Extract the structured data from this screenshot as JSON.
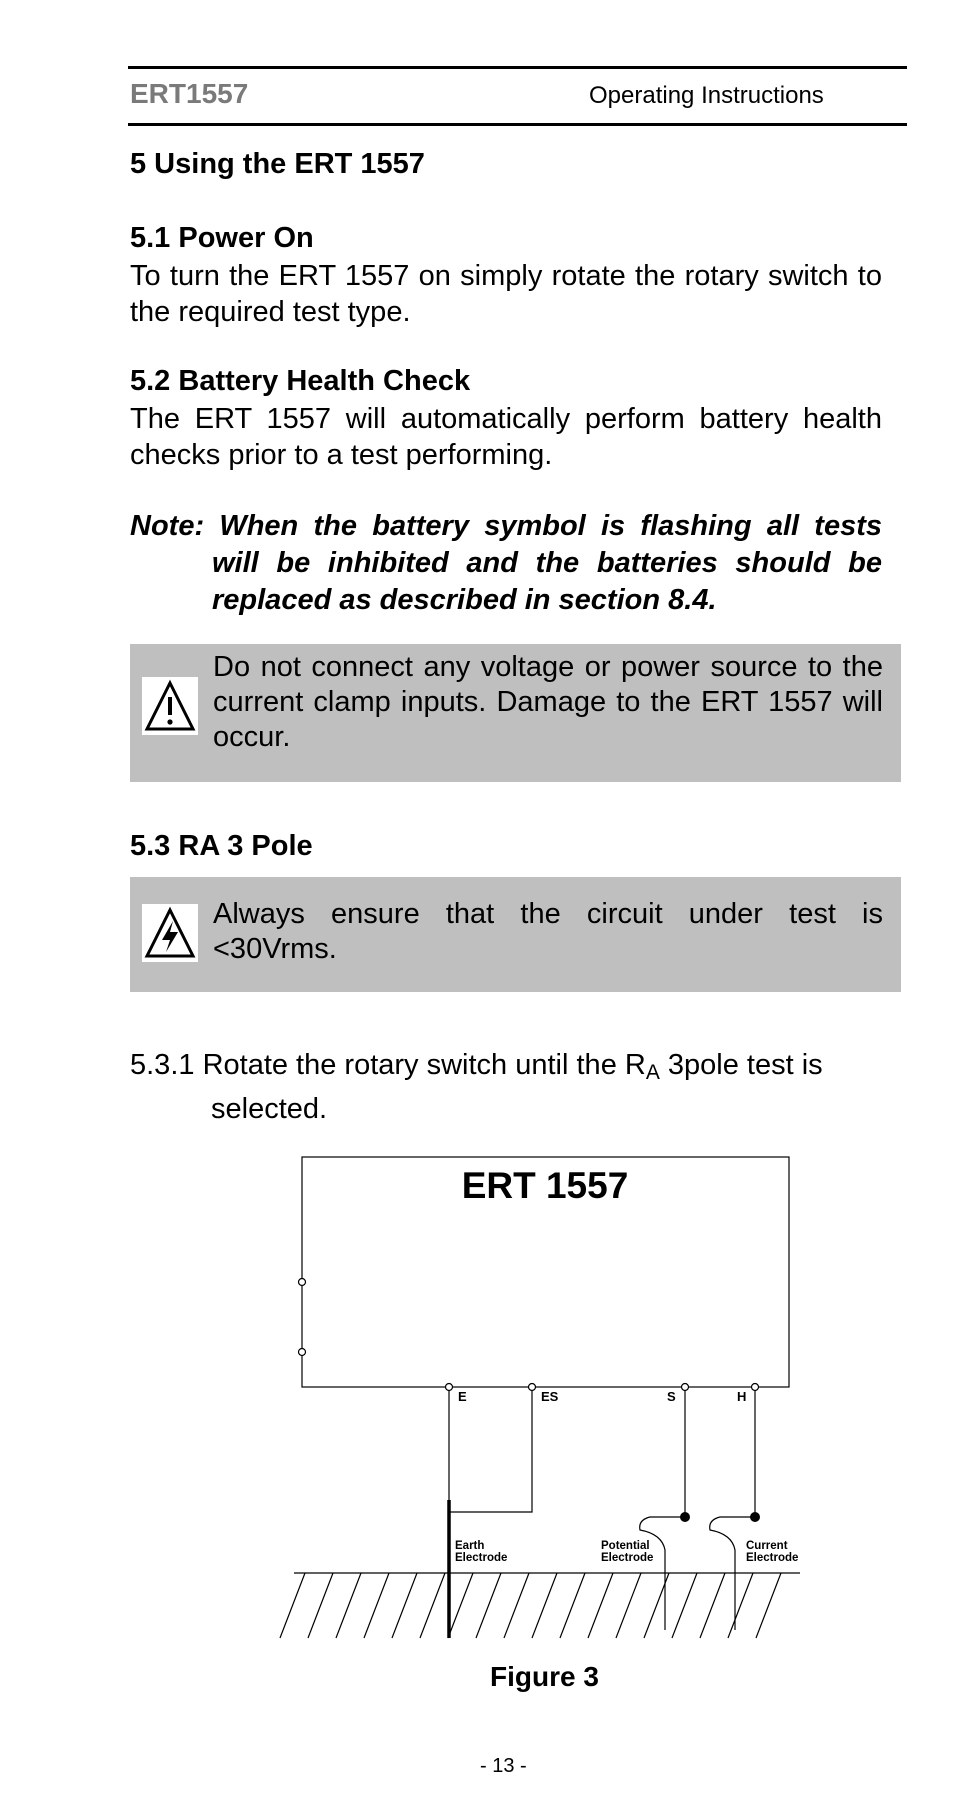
{
  "header": {
    "product": "ERT1557",
    "doc_title": "Operating Instructions"
  },
  "section5": {
    "title": "5 Using the ERT 1557"
  },
  "section51": {
    "title": "5.1 Power On",
    "body": "To turn the ERT 1557 on simply rotate the rotary switch to the required test type."
  },
  "section52": {
    "title": "5.2 Battery Health Check",
    "body": "The ERT 1557 will automatically perform battery health checks prior to a test performing."
  },
  "note": {
    "line1": "Note: When the battery symbol is flashing all tests",
    "line2": "will be inhibited and the batteries should be",
    "line3": "replaced as described in section 8.4."
  },
  "caution1": {
    "icon": "exclamation-warning-triangle",
    "text": "Do not connect any voltage or power source to the current clamp inputs. Damage to the ERT 1557 will occur."
  },
  "section53": {
    "title": "5.3 RA 3 Pole"
  },
  "caution2": {
    "icon": "electric-shock-warning-triangle",
    "text": "Always ensure that the circuit under test is <30Vrms."
  },
  "step531": {
    "number": "5.3.1",
    "text_before": "Rotate the rotary switch until the R",
    "subscript": "A",
    "text_after": " 3pole test is",
    "line2": "selected."
  },
  "figure": {
    "device_label": "ERT 1557",
    "terminals": [
      "E",
      "ES",
      "S",
      "H"
    ],
    "electrodes": {
      "earth": [
        "Earth",
        "Electrode"
      ],
      "potential": [
        "Potential",
        "Electrode"
      ],
      "current": [
        "Current",
        "Electrode"
      ]
    },
    "caption": "Figure 3"
  },
  "footer": {
    "page_number": "- 13 -"
  }
}
